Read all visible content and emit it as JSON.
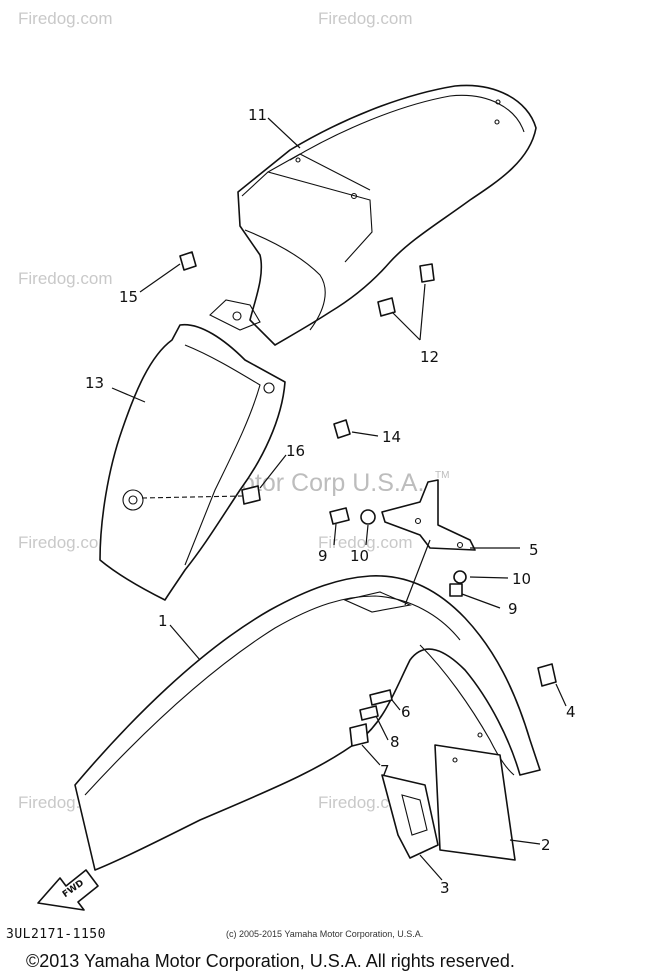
{
  "watermark": {
    "site": "Firedog.com",
    "center_text": "Yamaha Motor Corp U.S.A.",
    "trademark": "TM"
  },
  "callouts": [
    "1",
    "2",
    "3",
    "4",
    "5",
    "6",
    "7",
    "8",
    "9",
    "9",
    "10",
    "10",
    "11",
    "12",
    "13",
    "14",
    "15",
    "16"
  ],
  "fwd_badge": "FWD",
  "diagram_code": "3UL2171-1150",
  "small_copyright": "(c) 2005-2015 Yamaha Motor Corporation, U.S.A.",
  "footer_copyright": "©2013 Yamaha Motor Corporation, U.S.A. All rights reserved."
}
